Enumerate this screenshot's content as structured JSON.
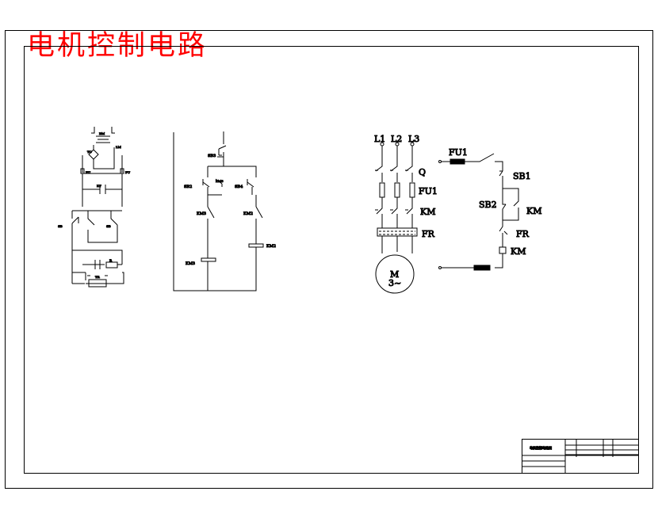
{
  "title": "电机控制电路",
  "labels": {
    "l1": "L1",
    "l2": "L2",
    "l3": "L3",
    "q": "Q",
    "fu1": "FU1",
    "km": "KM",
    "fr": "FR",
    "motor_m": "M",
    "motor_phase": "3~",
    "ctrl_fu1": "FU1",
    "sb1": "SB1",
    "sb2": "SB2",
    "ctrl_km_aux": "KM",
    "ctrl_fr": "FR",
    "ctrl_km_coil": "KM",
    "mid_sb_top": "SB3",
    "mid_sb_left": "SB2",
    "mid_sb_right": "SB4",
    "mid_km_a": "KM3",
    "mid_km_b": "KM3",
    "mid_km_c": "KM2",
    "mid_coil_left": "KM3",
    "mid_coil_right": "KM2",
    "left_top": "BM",
    "left_r1": "TC",
    "left_r2": "LM",
    "left_fu_l": "FU",
    "left_fu_r": "FU",
    "left_kt": "KT",
    "left_sw_l": "SB",
    "left_sw_r": "SB",
    "left_r3": "R",
    "left_bot": "TR",
    "tb_name": "电机控制电路图"
  }
}
